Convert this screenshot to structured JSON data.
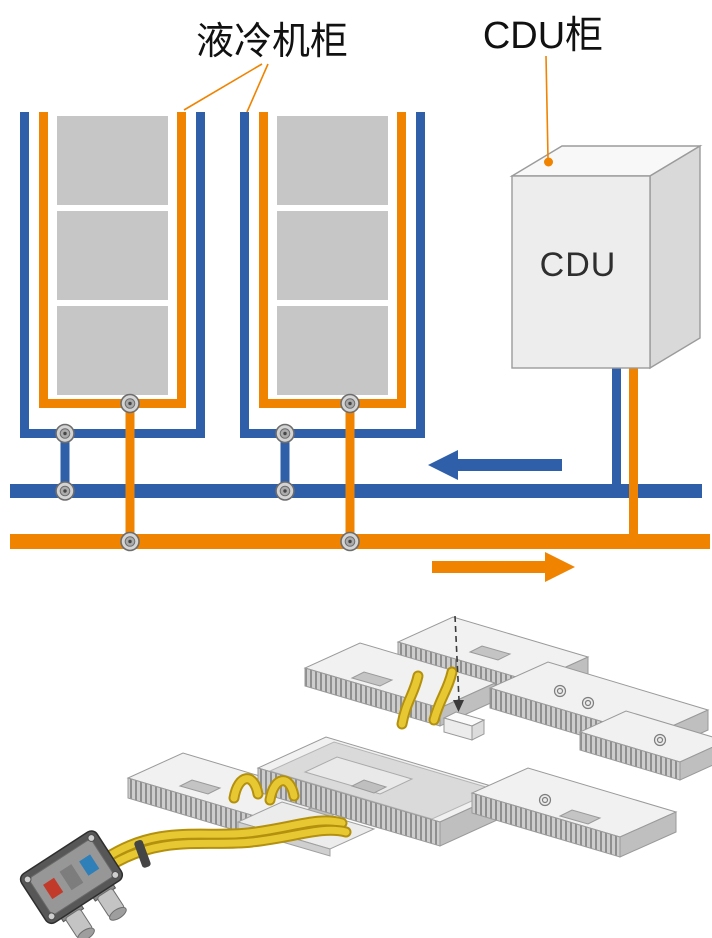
{
  "labels": {
    "liquid_cooling_cabinet": "液冷机柜",
    "cdu_cabinet": "CDU柜",
    "cdu_unit": "CDU"
  },
  "flow_arrows": {
    "blue_arrow_direction": "left",
    "orange_arrow_direction": "right"
  },
  "colors": {
    "pipe_blue": "#2e5fa8",
    "pipe_orange": "#f08300",
    "block_gray": "#c6c6c6",
    "label_ink": "#111111",
    "box_front": "#ededed",
    "box_top": "#f8f8f8",
    "box_side": "#d9d9d9",
    "box_edge": "#9b9b9b",
    "board_top": "#f1f1f1",
    "board_side": "#bfbfbf",
    "board_edge": "#9a9a9a",
    "hose": "#e8c832",
    "hose_edge": "#b3910e"
  }
}
